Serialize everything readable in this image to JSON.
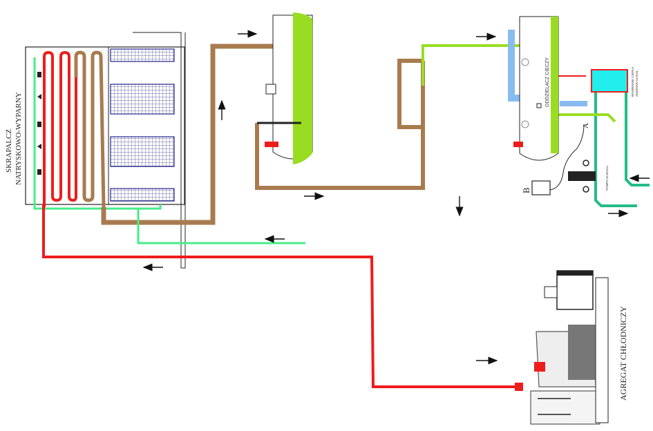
{
  "diagram": {
    "title": "Refrigeration installation schematic",
    "labels": {
      "condenser_line1": "SKRAPALCZ",
      "condenser_line2": "NATRYSKOWO-WYPARNY",
      "separator": "ODDZIELACZ CIECZY",
      "compressor_unit": "AGREGAT CHŁODNICZY",
      "heat_exchanger_line1": "WYMIENNIK CIEPŁA",
      "heat_exchanger_line2": "AMONIAK-GLIKOL",
      "glycol_pump": "POMPA GLIKOLU",
      "point_a": "A",
      "point_b": "B"
    },
    "colors": {
      "hot_gas": "#ee1c1c",
      "liquid": "#a87b4f",
      "suction": "#88bbf0",
      "intermediate": "#99dd22",
      "cooling_water": "#44ee88",
      "glycol": "#22bb88",
      "heat_exchanger_fill": "#22eeee",
      "fan_grid": "#22228a",
      "outline": "#222222"
    },
    "flow_arrows": [
      {
        "id": "to-receiver",
        "direction": "right"
      },
      {
        "id": "liquid-up",
        "direction": "up"
      },
      {
        "id": "receiver-bottom",
        "direction": "right"
      },
      {
        "id": "to-separator",
        "direction": "right"
      },
      {
        "id": "suction-down",
        "direction": "down"
      },
      {
        "id": "to-compressor",
        "direction": "right"
      },
      {
        "id": "water-return",
        "direction": "left"
      },
      {
        "id": "hot-gas-return",
        "direction": "left"
      },
      {
        "id": "glycol-in",
        "direction": "left"
      },
      {
        "id": "glycol-out",
        "direction": "right"
      }
    ]
  }
}
